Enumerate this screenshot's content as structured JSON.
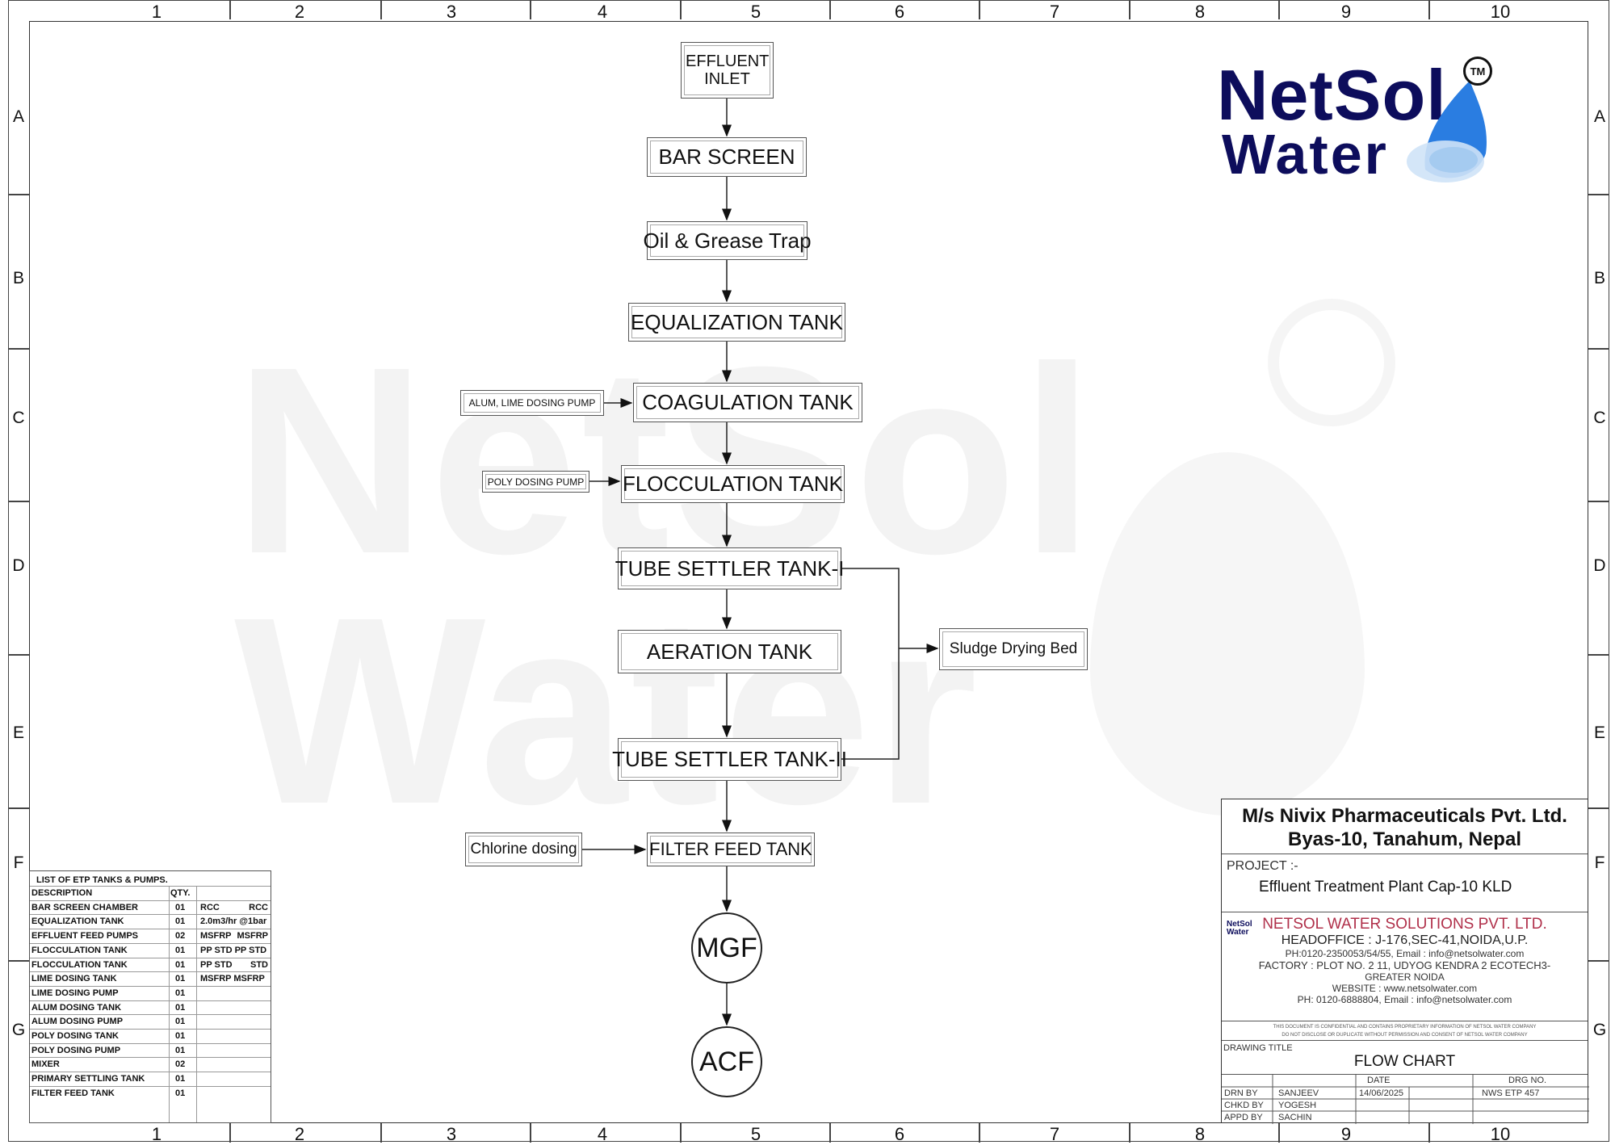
{
  "sheet": {
    "columns": [
      "1",
      "2",
      "3",
      "4",
      "5",
      "6",
      "7",
      "8",
      "9",
      "10"
    ],
    "rows": [
      "A",
      "B",
      "C",
      "D",
      "E",
      "F",
      "G"
    ]
  },
  "logo": {
    "line1": "NetSol",
    "line2": "Water",
    "tm": "TM",
    "brand_color": "#0d0d5c",
    "drop_color": "#2a7de1"
  },
  "watermark": {
    "line1": "NetSol",
    "line2": "Water"
  },
  "flow": {
    "inlet": "EFFLUENT INLET",
    "bar_screen": "BAR SCREEN",
    "oil_grease": "Oil & Grease Trap",
    "equalization": "EQUALIZATION TANK",
    "coagulation": "COAGULATION TANK",
    "flocculation": "FLOCCULATION TANK",
    "tube_settler_1": "TUBE SETTLER TANK-I",
    "aeration": "AERATION TANK",
    "tube_settler_2": "TUBE SETTLER TANK-II",
    "filter_feed": "FILTER FEED TANK",
    "mgf": "MGF",
    "acf": "ACF",
    "alum_lime": "ALUM, LIME DOSING PUMP",
    "poly": "POLY DOSING PUMP",
    "chlorine": "Chlorine dosing",
    "sludge": "Sludge Drying Bed"
  },
  "etp_list": {
    "title": "LIST OF ETP TANKS & PUMPS.",
    "headers": [
      "DESCRIPTION",
      "QTY.",
      ""
    ],
    "rows": [
      [
        "BAR SCREEN CHAMBER",
        "01",
        "RCC",
        "RCC"
      ],
      [
        "EQUALIZATION TANK",
        "01",
        "2.0m3/hr @1bar",
        ""
      ],
      [
        "EFFLUENT FEED PUMPS",
        "02",
        "MSFRP",
        "MSFRP"
      ],
      [
        "FLOCCULATION TANK",
        "01",
        "PP STD PP STD",
        ""
      ],
      [
        "FLOCCULATION TANK",
        "01",
        "PP   STD",
        "STD"
      ],
      [
        "LIME DOSING TANK",
        "01",
        "MSFRP MSFRP",
        ""
      ],
      [
        "LIME DOSING PUMP",
        "01",
        "",
        ""
      ],
      [
        "ALUM DOSING TANK",
        "01",
        "",
        ""
      ],
      [
        "ALUM DOSING PUMP",
        "01",
        "",
        ""
      ],
      [
        "POLY DOSING TANK",
        "01",
        "",
        ""
      ],
      [
        "POLY DOSING PUMP",
        "01",
        "",
        ""
      ],
      [
        "MIXER",
        "02",
        "",
        ""
      ],
      [
        "PRIMARY SETTLING TANK",
        "01",
        "",
        ""
      ],
      [
        "FILTER FEED TANK",
        "01",
        "",
        ""
      ]
    ]
  },
  "title_block": {
    "client_line1": "M/s Nivix Pharmaceuticals Pvt. Ltd.",
    "client_line2": "Byas-10, Tanahum, Nepal",
    "project_label": "PROJECT :-",
    "project": "Effluent Treatment Plant Cap-10 KLD",
    "company": "NETSOL WATER SOLUTIONS PVT. LTD.",
    "company_color": "#b0304a",
    "mini_logo": "NetSol Water",
    "headoffice": "HEADOFFICE : J-176,SEC-41,NOIDA,U.P.",
    "ph1": "PH:0120-2350053/54/55, Email : info@netsolwater.com",
    "factory": "FACTORY : PLOT NO. 2 11, UDYOG KENDRA 2 ECOTECH3-",
    "factory2": "GREATER NOIDA",
    "website": "WEBSITE : www.netsolwater.com",
    "ph2": "PH: 0120-6888804, Email : info@netsolwater.com",
    "disclaimer1": "THIS DOCUMENT IS CONFIDENTIAL AND CONTAINS PROPRIETARY INFORMATION OF NETSOL WATER COMPANY",
    "disclaimer2": "DO NOT DISCLOSE OR DUPLICATE WITHOUT PERMISSION AND CONSENT OF NETSOL WATER COMPANY",
    "drawing_title_label": "DRAWING TITLE",
    "drawing_title": "FLOW CHART",
    "date_label": "DATE",
    "drg_no_label": "DRG NO.",
    "drn_by": "DRN BY",
    "drn_name": "SANJEEV",
    "date": "14/06/2025",
    "drg_no": "NWS ETP 457",
    "chkd_by": "CHKD BY",
    "chkd_name": "YOGESH",
    "appd_by": "APPD BY",
    "appd_name": "SACHIN"
  }
}
